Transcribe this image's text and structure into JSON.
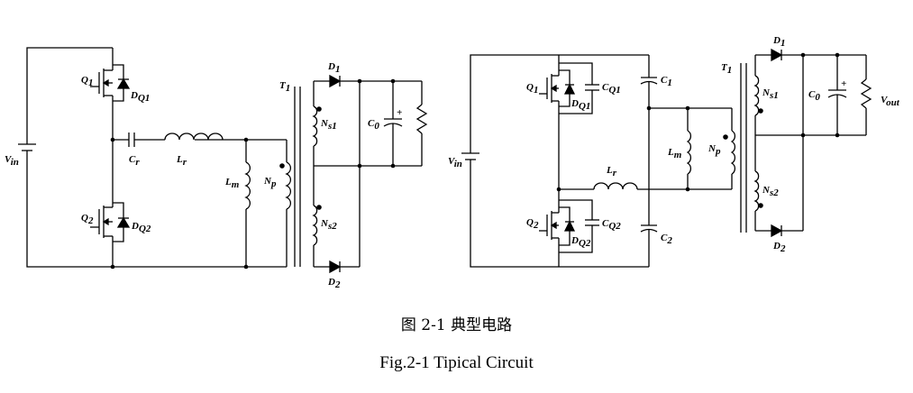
{
  "figure": {
    "caption_cn": "图 2-1  典型电路",
    "caption_en": "Fig.2-1 Tipical Circuit"
  },
  "circuit_left": {
    "labels": {
      "vin": [
        "V",
        "in"
      ],
      "q1": [
        "Q",
        "1"
      ],
      "dq1": [
        "D",
        "Q1"
      ],
      "q2": [
        "Q",
        "2"
      ],
      "dq2": [
        "D",
        "Q2"
      ],
      "cr": [
        "C",
        "r"
      ],
      "lr": [
        "L",
        "r"
      ],
      "lm": [
        "L",
        "m"
      ],
      "np": [
        "N",
        "p"
      ],
      "t1": [
        "T",
        "1"
      ],
      "d1": [
        "D",
        "1"
      ],
      "d2": [
        "D",
        "2"
      ],
      "ns1": [
        "N",
        "s1"
      ],
      "ns2": [
        "N",
        "s2"
      ],
      "c0": [
        "C",
        "0"
      ],
      "plus": "+"
    }
  },
  "circuit_right": {
    "labels": {
      "vin": [
        "V",
        "in"
      ],
      "q1": [
        "Q",
        "1"
      ],
      "dq1": [
        "D",
        "Q1"
      ],
      "cq1": [
        "C",
        "Q1"
      ],
      "q2": [
        "Q",
        "2"
      ],
      "dq2": [
        "D",
        "Q2"
      ],
      "cq2": [
        "C",
        "Q2"
      ],
      "c1": [
        "C",
        "1"
      ],
      "c2": [
        "C",
        "2"
      ],
      "lr": [
        "L",
        "r"
      ],
      "lm": [
        "L",
        "m"
      ],
      "np": [
        "N",
        "p"
      ],
      "t1": [
        "T",
        "1"
      ],
      "d1": [
        "D",
        "1"
      ],
      "d2": [
        "D",
        "2"
      ],
      "ns1": [
        "N",
        "s1"
      ],
      "ns2": [
        "N",
        "s2"
      ],
      "c0": [
        "C",
        "0"
      ],
      "vout": [
        "V",
        "out"
      ],
      "plus": "+"
    }
  }
}
